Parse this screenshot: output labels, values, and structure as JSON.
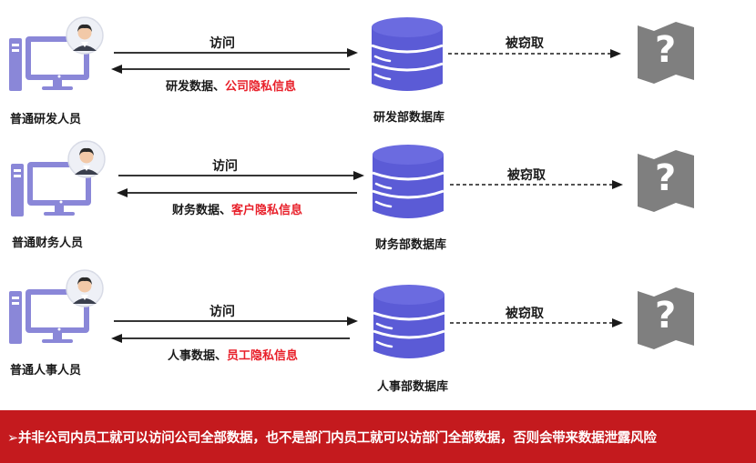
{
  "rows": [
    {
      "person_label": "普通研发人员",
      "access_label": "访问",
      "data_prefix": "研发数据、",
      "data_secret": "公司隐私信息",
      "db_label": "研发部数据库",
      "stolen_label": "被窃取",
      "unknown_mark": "?"
    },
    {
      "person_label": "普通财务人员",
      "access_label": "访问",
      "data_prefix": "财务数据、",
      "data_secret": "客户隐私信息",
      "db_label": "财务部数据库",
      "stolen_label": "被窃取",
      "unknown_mark": "?"
    },
    {
      "person_label": "普通人事人员",
      "access_label": "访问",
      "data_prefix": "人事数据、",
      "data_secret": "员工隐私信息",
      "db_label": "人事部数据库",
      "stolen_label": "被窃取",
      "unknown_mark": "?"
    }
  ],
  "banner": {
    "text": "➢并非公司内员工就可以访问公司全部数据，也不是部门内员工就可以访部门全部数据，否则会带来数据泄露风险"
  },
  "colors": {
    "db_purple": "#5b5bd6",
    "computer_purple": "#8a87d8",
    "unknown_gray": "#7f7f7f",
    "secret_red": "#e8202a",
    "banner_red": "#c41a1e"
  }
}
